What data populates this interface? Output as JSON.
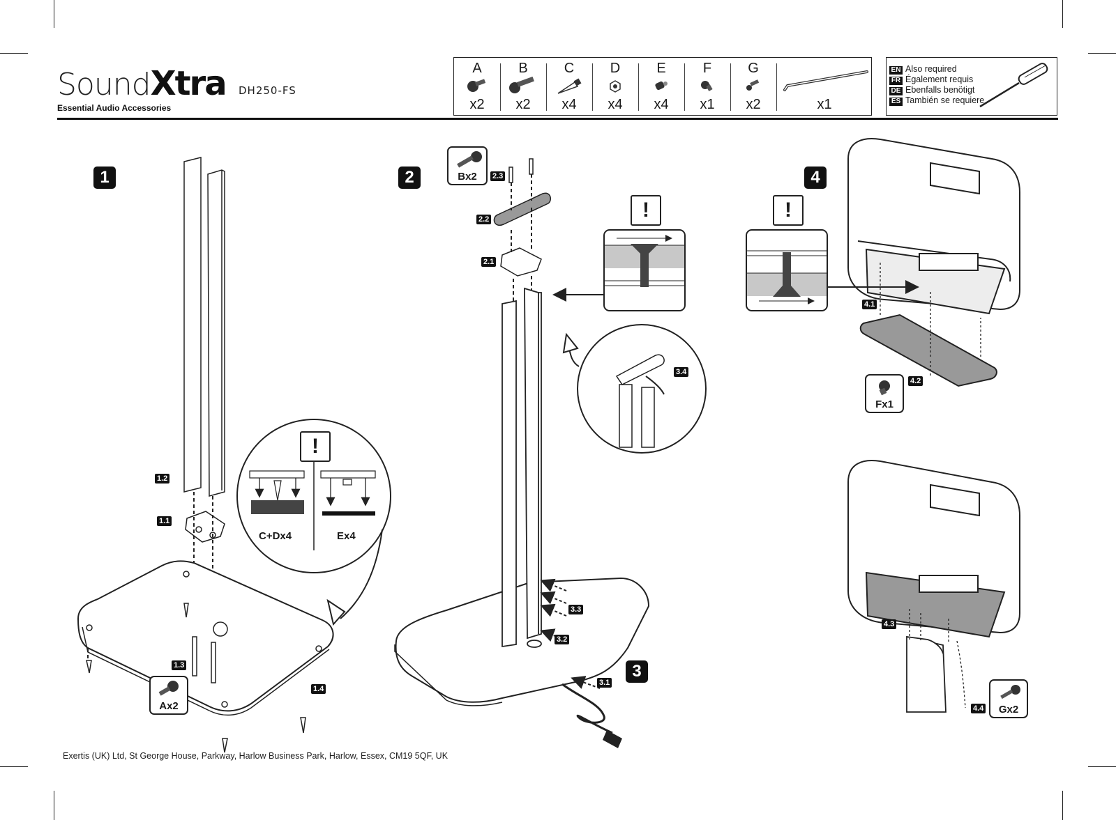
{
  "brand": {
    "sound": "Sound",
    "xtra": "Xtra",
    "tagline": "Essential Audio Accessories"
  },
  "model": "DH250-FS",
  "parts": [
    {
      "letter": "A",
      "qty": "x2",
      "icon": "bolt-round-head-icon"
    },
    {
      "letter": "B",
      "qty": "x2",
      "icon": "bolt-long-icon"
    },
    {
      "letter": "C",
      "qty": "x4",
      "icon": "spike-icon"
    },
    {
      "letter": "D",
      "qty": "x4",
      "icon": "nut-icon"
    },
    {
      "letter": "E",
      "qty": "x4",
      "icon": "foot-pad-icon"
    },
    {
      "letter": "F",
      "qty": "x1",
      "icon": "screw-short-icon"
    },
    {
      "letter": "G",
      "qty": "x2",
      "icon": "screw-small-icon"
    },
    {
      "letter": "",
      "qty": "x1",
      "icon": "allen-key-icon"
    }
  ],
  "also_required": [
    {
      "lang": "EN",
      "text": "Also required"
    },
    {
      "lang": "FR",
      "text": "Également requis"
    },
    {
      "lang": "DE",
      "text": "Ebenfalls benötigt"
    },
    {
      "lang": "ES",
      "text": "También se requiere"
    }
  ],
  "steps": {
    "s1": "1",
    "s2": "2",
    "s3": "3",
    "s4": "4"
  },
  "substeps": {
    "s1_1": "1.1",
    "s1_2": "1.2",
    "s1_3": "1.3",
    "s1_4": "1.4",
    "s2_1": "2.1",
    "s2_2": "2.2",
    "s2_3": "2.3",
    "s3_1": "3.1",
    "s3_2": "3.2",
    "s3_3": "3.3",
    "s3_4": "3.4",
    "s4_1": "4.1",
    "s4_2": "4.2",
    "s4_3": "4.3",
    "s4_4": "4.4"
  },
  "hardware_tags": {
    "ax2": "Ax2",
    "bx2": "Bx2",
    "fx1": "Fx1",
    "gx2": "Gx2"
  },
  "callout_labels": {
    "spikes": "C+Dx4",
    "feet": "Ex4",
    "warning": "!"
  },
  "footer": "Exertis (UK) Ltd, St George House, Parkway, Harlow Business Park, Harlow, Essex, CM19 5QF, UK"
}
